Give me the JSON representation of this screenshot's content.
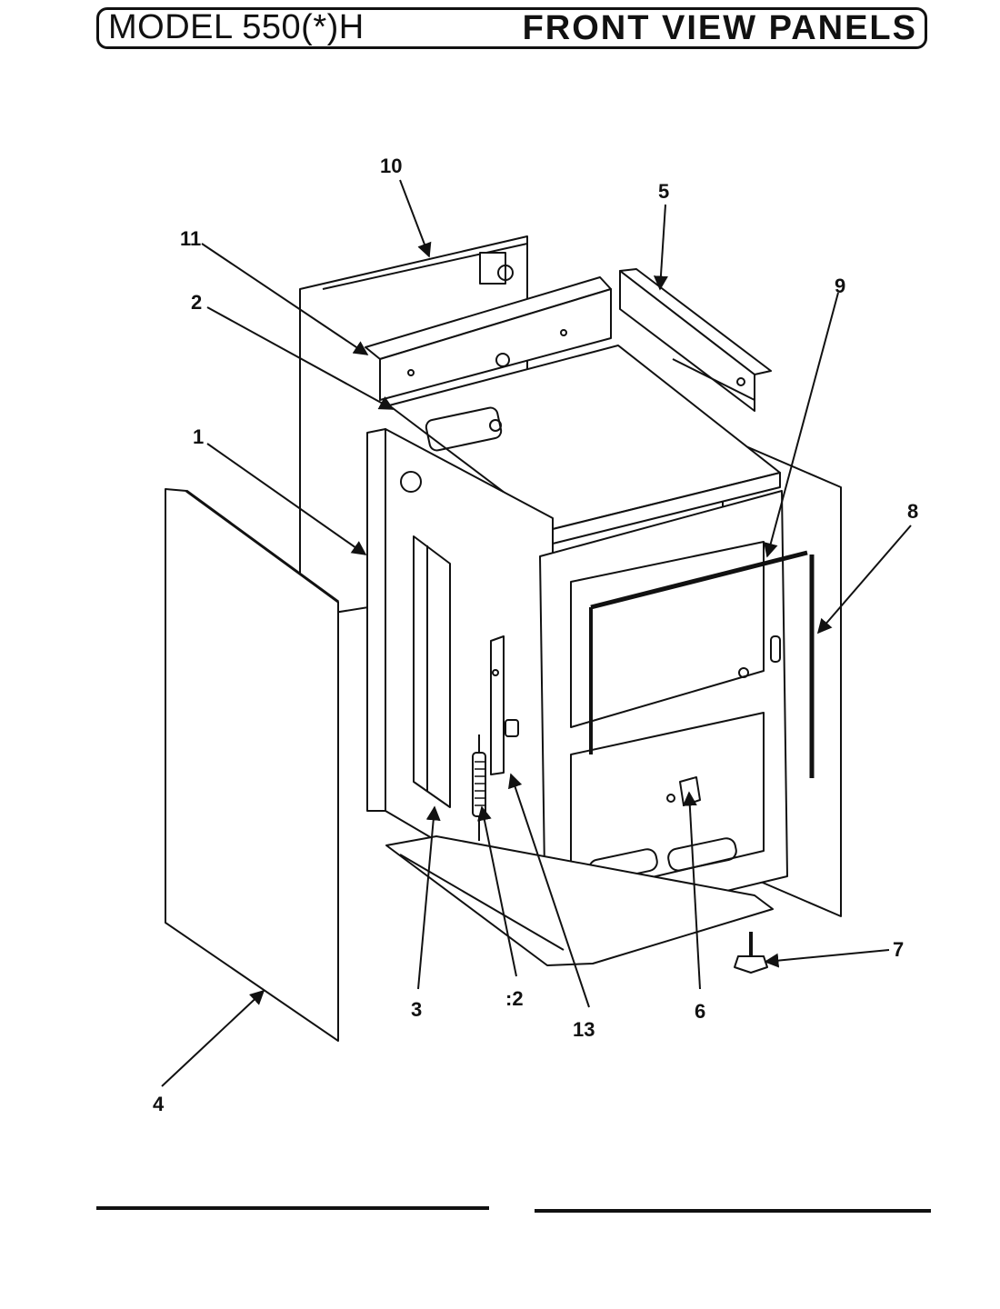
{
  "header": {
    "model": "MODEL 550(*)H",
    "section": "FRONT VIEW PANELS"
  },
  "callouts": {
    "c1": "1",
    "c2": "2",
    "c3": "3",
    "c4": "4",
    "c5": "5",
    "c6": "6",
    "c7": "7",
    "c8": "8",
    "c9": "9",
    "c10": "10",
    "c11": "11",
    "c12": ":2",
    "c13": "13"
  },
  "colors": {
    "ink": "#111111",
    "paper": "#ffffff"
  }
}
